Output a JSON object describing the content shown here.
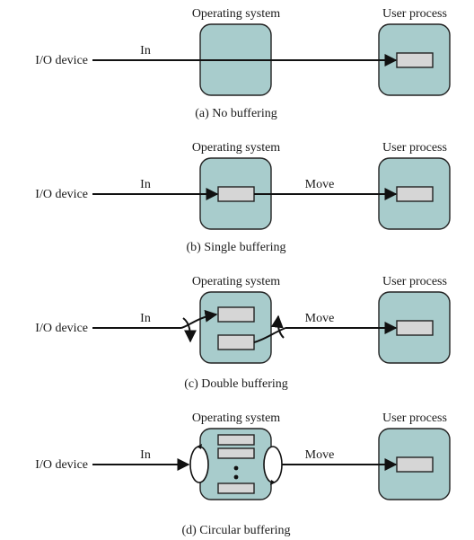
{
  "labels": {
    "operating_system": "Operating system",
    "user_process": "User process",
    "io_device": "I/O device",
    "in": "In",
    "move": "Move"
  },
  "captions": {
    "a": "(a) No buffering",
    "b": "(b) Single buffering",
    "c": "(c) Double buffering",
    "d": "(d) Circular buffering"
  },
  "colors": {
    "box_fill": "#a8cccc",
    "buffer_fill": "#d6d6d6",
    "line": "#111111"
  }
}
